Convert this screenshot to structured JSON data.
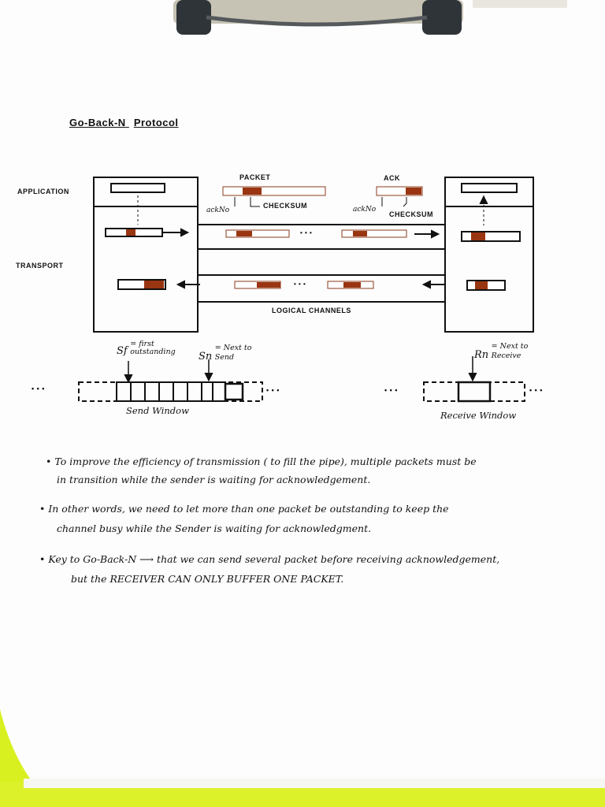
{
  "title_left": "Go-Back-N",
  "title_right": "Protocol",
  "layers": {
    "application": "APPLICATION",
    "transport": "TRANSPORT"
  },
  "packet_labels": {
    "packet": "PACKET",
    "ack": "ACK",
    "ackno_left": "ackNo",
    "checksum_left": "CHECKSUM",
    "ackno_right": "ackNo",
    "checksum_right": "CHECKSUM"
  },
  "channel": {
    "label": "LOGICAL CHANNELS",
    "ellipsis": "• • •"
  },
  "window_labels": {
    "sf_symbol": "Sf",
    "sf_desc": "= first outstanding",
    "sn_symbol": "Sn",
    "sn_desc": "= Next to Send",
    "rn_symbol": "Rn",
    "rn_desc": "= Next to Receive",
    "send_window": "Send Window",
    "receive_window": "Receive Window",
    "ellipsis": "• • •"
  },
  "notes": [
    {
      "line1": "• To improve the efficiency of transmission ( to fill the pipe), multiple packets must be",
      "line2": "in transition while the sender is waiting for acknowledgement."
    },
    {
      "line1": "• In other words, we need to let more than one packet be outstanding to keep the",
      "line2": "channel busy while the Sender is waiting for acknowledgment."
    },
    {
      "line1": "• Key to Go-Back-N ⟶ that we can send several packet before receiving acknowledgement,",
      "line2": "but the RECEIVER CAN ONLY BUFFER ONE PACKET."
    }
  ],
  "colors": {
    "ink": "#111111",
    "brown": "#9a3512",
    "clip": "#3a3f44",
    "highlighter": "#d8f020"
  }
}
